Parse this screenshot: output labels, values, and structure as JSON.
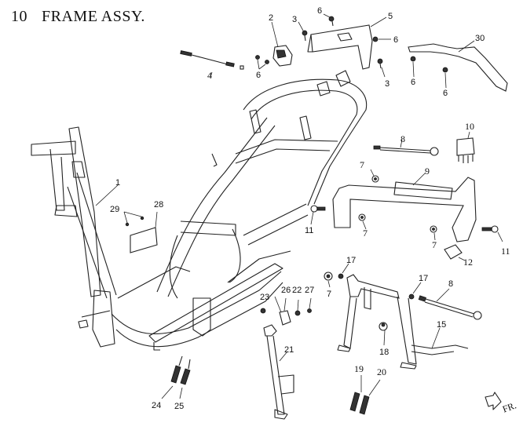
{
  "title": {
    "section_number": "10",
    "name": "FRAME ASSY."
  },
  "orientation_mark": {
    "icon": "front-arrow-icon",
    "label": "FR."
  },
  "callouts": [
    {
      "part": "1"
    },
    {
      "part": "2"
    },
    {
      "part": "3"
    },
    {
      "part": "3"
    },
    {
      "part": "4"
    },
    {
      "part": "5"
    },
    {
      "part": "6"
    },
    {
      "part": "6"
    },
    {
      "part": "6"
    },
    {
      "part": "6"
    },
    {
      "part": "6"
    },
    {
      "part": "7"
    },
    {
      "part": "7"
    },
    {
      "part": "7"
    },
    {
      "part": "7"
    },
    {
      "part": "8"
    },
    {
      "part": "8"
    },
    {
      "part": "9"
    },
    {
      "part": "10"
    },
    {
      "part": "11"
    },
    {
      "part": "11"
    },
    {
      "part": "12"
    },
    {
      "part": "15"
    },
    {
      "part": "17"
    },
    {
      "part": "17"
    },
    {
      "part": "18"
    },
    {
      "part": "19"
    },
    {
      "part": "20"
    },
    {
      "part": "21"
    },
    {
      "part": "22"
    },
    {
      "part": "23"
    },
    {
      "part": "24"
    },
    {
      "part": "25"
    },
    {
      "part": "26"
    },
    {
      "part": "27"
    },
    {
      "part": "28"
    },
    {
      "part": "29"
    },
    {
      "part": "30"
    }
  ]
}
